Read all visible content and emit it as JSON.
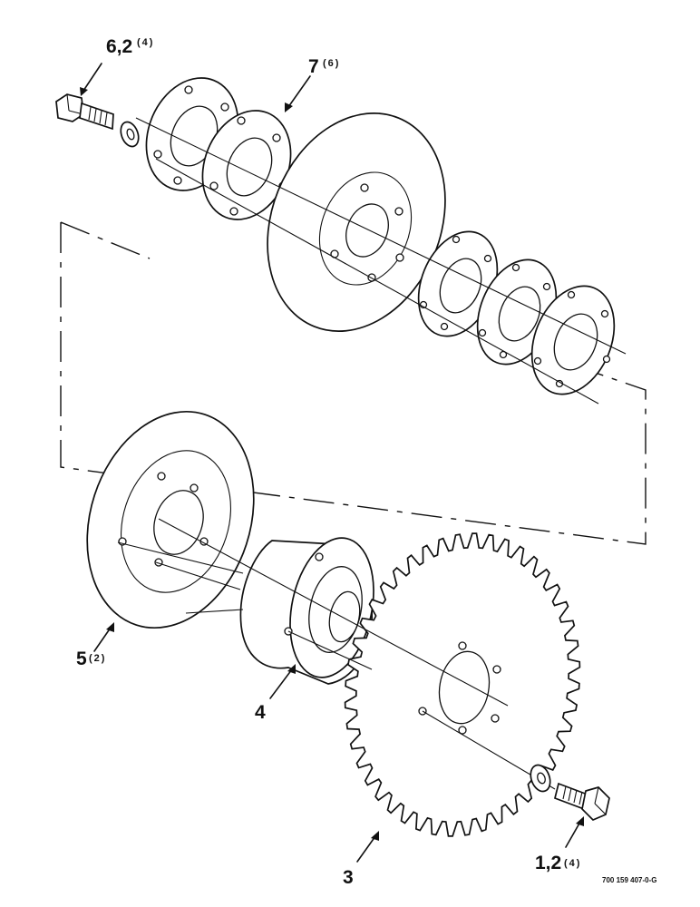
{
  "callouts": {
    "c62": {
      "num": "6,2",
      "qty": "(4)"
    },
    "c7": {
      "num": "7",
      "qty": "(6)"
    },
    "c5": {
      "num": "5",
      "qty": "(2)"
    },
    "c4": {
      "num": "4",
      "qty": ""
    },
    "c3": {
      "num": "3",
      "qty": ""
    },
    "c12": {
      "num": "1,2",
      "qty": "(4)"
    }
  },
  "figure_ref": "700 159 407-0-G"
}
